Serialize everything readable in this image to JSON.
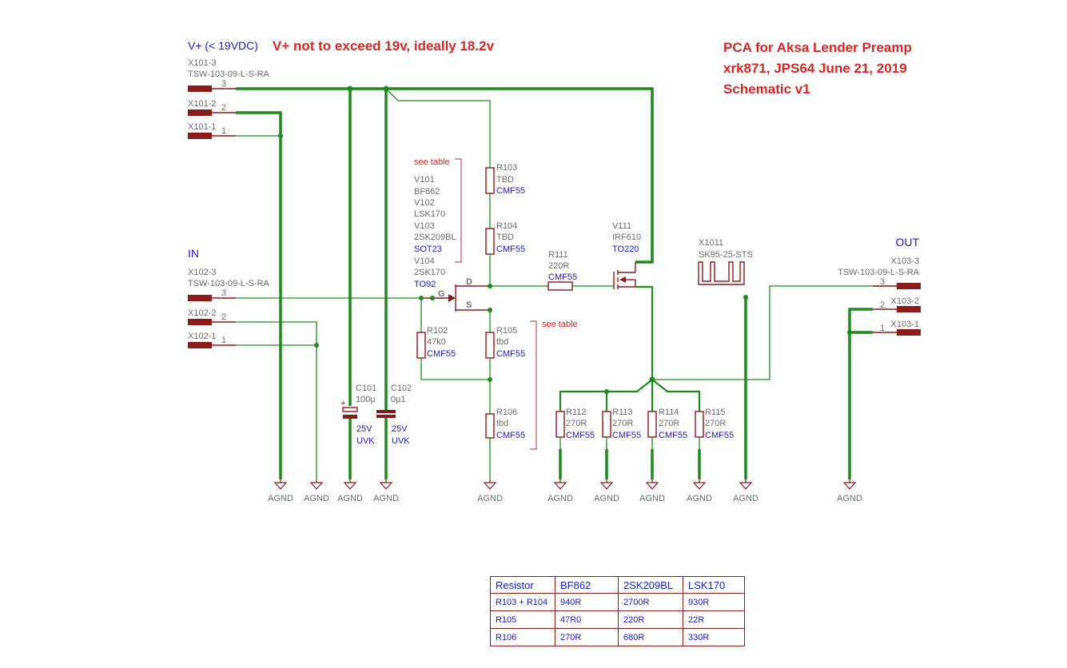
{
  "notes": {
    "vplus_label": "V+ (< 19VDC)",
    "vplus_warning": "V+ not to exceed 19v, ideally 18.2v",
    "title_line1": "PCA for Aksa Lender Preamp",
    "title_line2": "xrk871, JPS64   June 21, 2019",
    "title_line3": "Schematic v1",
    "in_label": "IN",
    "out_label": "OUT",
    "see_table_1": "see table",
    "see_table_2": "see table"
  },
  "connectors": {
    "x101": {
      "pin3": "X101-3",
      "pin2": "X101-2",
      "pin1": "X101-1",
      "value": "TSW-103-09-L-S-RA",
      "n3": "3",
      "n2": "2",
      "n1": "1"
    },
    "x102": {
      "pin3": "X102-3",
      "pin2": "X102-2",
      "pin1": "X102-1",
      "value": "TSW-103-09-L-S-RA",
      "n3": "3",
      "n2": "2",
      "n1": "1"
    },
    "x103": {
      "pin3": "X103-3",
      "pin2": "X103-2",
      "pin1": "X103-1",
      "value": "TSW-103-09-L-S-RA",
      "n3": "3",
      "n2": "2",
      "n1": "1"
    }
  },
  "parts": {
    "jfet_variants": [
      "V101",
      "BF862",
      "V102",
      "LSK170",
      "V103",
      "2SK209BL"
    ],
    "jfet_pkg1": "SOT23",
    "jfet_v104": [
      "V104",
      "2SK170"
    ],
    "jfet_pkg2": "TO92",
    "pin_d": "D",
    "pin_g": "G",
    "pin_s": "S",
    "r103": {
      "name": "R103",
      "value": "TBD",
      "pkg": "CMF55"
    },
    "r104": {
      "name": "R104",
      "value": "TBD",
      "pkg": "CMF55"
    },
    "r111": {
      "name": "R111",
      "value": "220R",
      "pkg": "CMF55"
    },
    "v111": {
      "name": "V111",
      "value": "IRF610",
      "pkg": "TO220"
    },
    "heatsink": {
      "name": "X1011",
      "value": "SK95-25-STS"
    },
    "r102": {
      "name": "R102",
      "value": "47k0",
      "pkg": "CMF55"
    },
    "r105": {
      "name": "R105",
      "value": "tbd",
      "pkg": "CMF55"
    },
    "r106": {
      "name": "R106",
      "value": "tbd",
      "pkg": "CMF55"
    },
    "c101": {
      "name": "C101",
      "value": "100µ",
      "volt": "25V",
      "series": "UVK",
      "plus": "+"
    },
    "c102": {
      "name": "C102",
      "value": "0µ1",
      "volt": "25V",
      "series": "UVK"
    },
    "r112": {
      "name": "R112",
      "value": "270R",
      "pkg": "CMF55"
    },
    "r113": {
      "name": "R113",
      "value": "270R",
      "pkg": "CMF55"
    },
    "r114": {
      "name": "R114",
      "value": "270R",
      "pkg": "CMF55"
    },
    "r115": {
      "name": "R115",
      "value": "270R",
      "pkg": "CMF55"
    }
  },
  "gnd_label": "AGND",
  "table": {
    "headers": [
      "Resistor",
      "BF862",
      "2SK209BL",
      "LSK170"
    ],
    "rows": [
      [
        "R103 + R104",
        "940R",
        "2700R",
        "930R"
      ],
      [
        "R105",
        "47R0",
        "220R",
        "22R"
      ],
      [
        "R106",
        "270R",
        "680R",
        "330R"
      ]
    ]
  }
}
